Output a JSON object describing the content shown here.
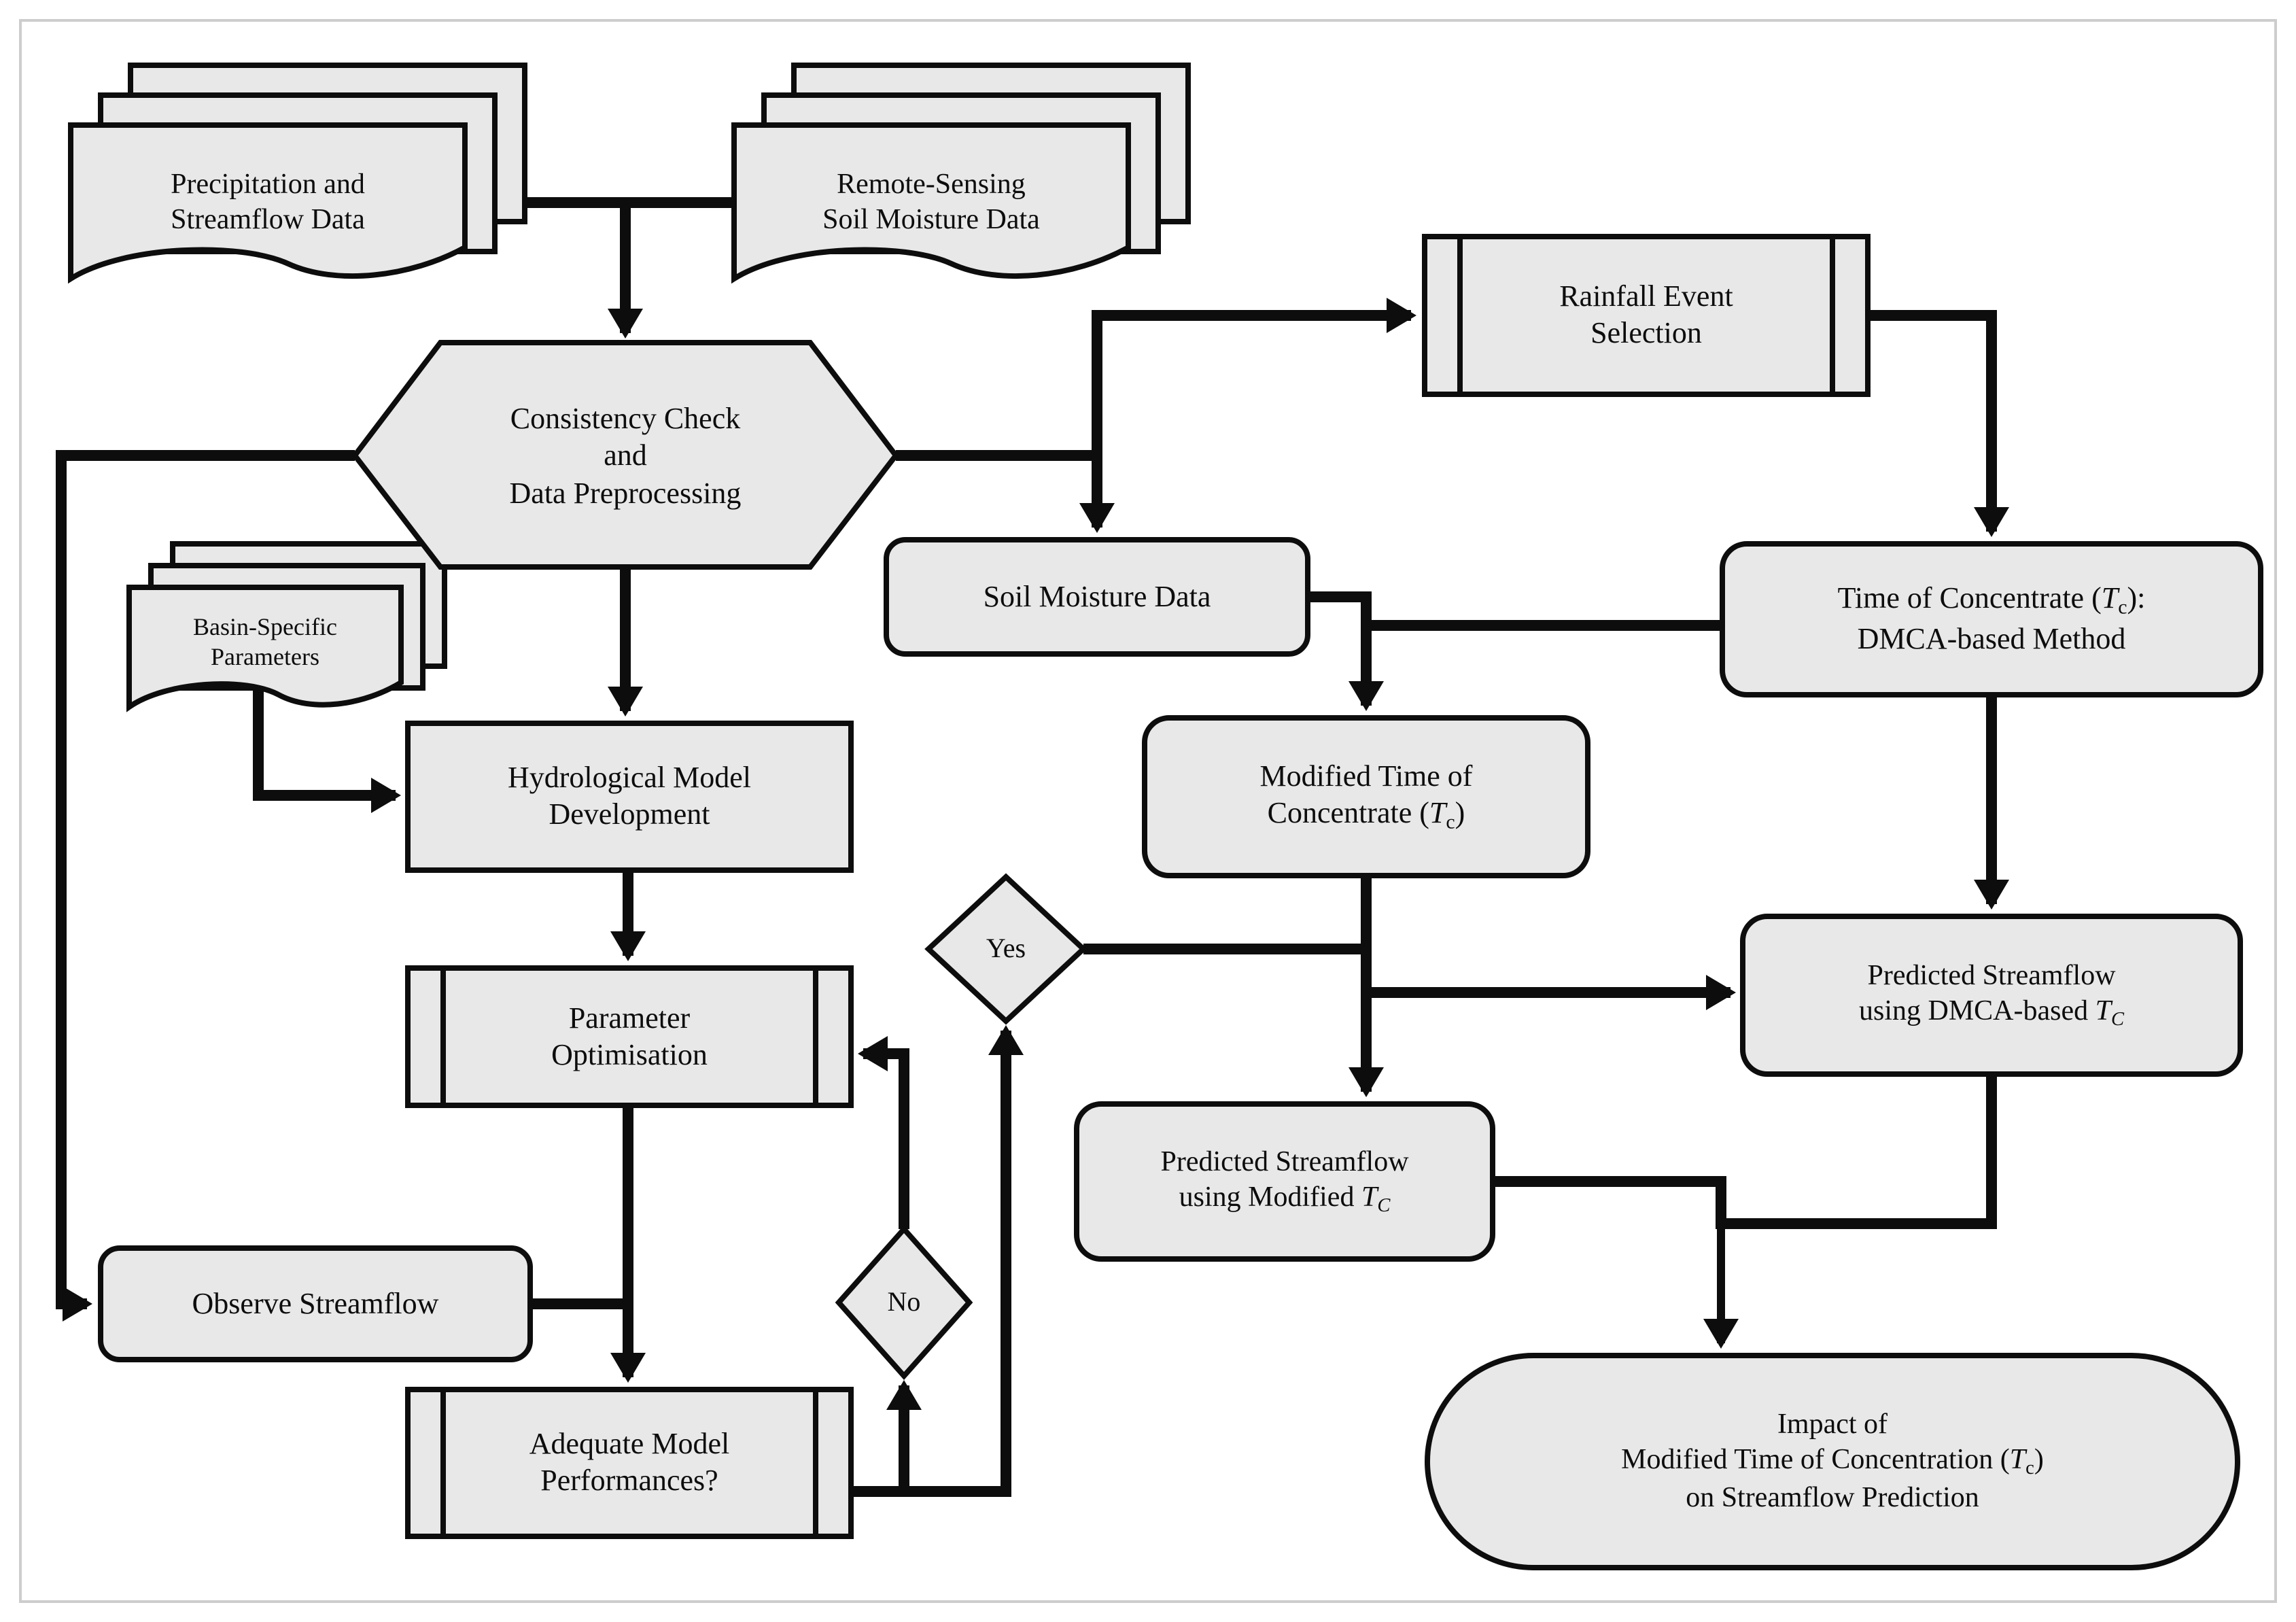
{
  "palette": {
    "background": "#ffffff",
    "frame_border": "#cdcdcd",
    "shape_fill": "#e9e8e8",
    "stroke": "#0d0d0d"
  },
  "nodes": {
    "precipitation_doc": {
      "lines": [
        "Precipitation and",
        "Streamflow Data"
      ]
    },
    "remote_sensing_doc": {
      "lines": [
        "Remote-Sensing",
        "Soil Moisture Data"
      ]
    },
    "consistency_hexagon": {
      "lines": [
        "Consistency Check",
        "and",
        "Data Preprocessing"
      ]
    },
    "rainfall_event": {
      "lines": [
        "Rainfall Event",
        "Selection"
      ]
    },
    "soil_moisture": {
      "label": "Soil Moisture Data"
    },
    "time_of_concentrate": {
      "line1_prefix": "Time of Concentrate (",
      "line1_T": "T",
      "line1_sub": "c",
      "line1_suffix": "):",
      "line2": "DMCA-based Method"
    },
    "basin_parameters": {
      "lines": [
        "Basin-Specific",
        "Parameters"
      ]
    },
    "hydrological_model": {
      "lines": [
        "Hydrological Model",
        "Development"
      ]
    },
    "modified_tc": {
      "line1": "Modified Time of",
      "line2_prefix": "Concentrate (",
      "line2_T": "T",
      "line2_sub": "c",
      "line2_suffix": ")"
    },
    "parameter_optimisation": {
      "lines": [
        "Parameter",
        "Optimisation"
      ]
    },
    "yes_diamond": {
      "label": "Yes"
    },
    "no_diamond": {
      "label": "No"
    },
    "observe_streamflow": {
      "label": "Observe Streamflow"
    },
    "adequate_model": {
      "lines": [
        "Adequate Model",
        "Performances?"
      ]
    },
    "predicted_dmca": {
      "line1": "Predicted Streamflow",
      "line2_prefix": "using DMCA-based ",
      "line2_T": "T",
      "line2_sub": "C"
    },
    "predicted_modified": {
      "line1": "Predicted Streamflow",
      "line2_prefix": "using Modified ",
      "line2_T": "T",
      "line2_sub": "C"
    },
    "impact": {
      "line1": "Impact of",
      "line2_prefix": "Modified Time of Concentration (",
      "line2_T": "T",
      "line2_sub": "c",
      "line2_suffix": ")",
      "line3": "on Streamflow Prediction"
    }
  }
}
